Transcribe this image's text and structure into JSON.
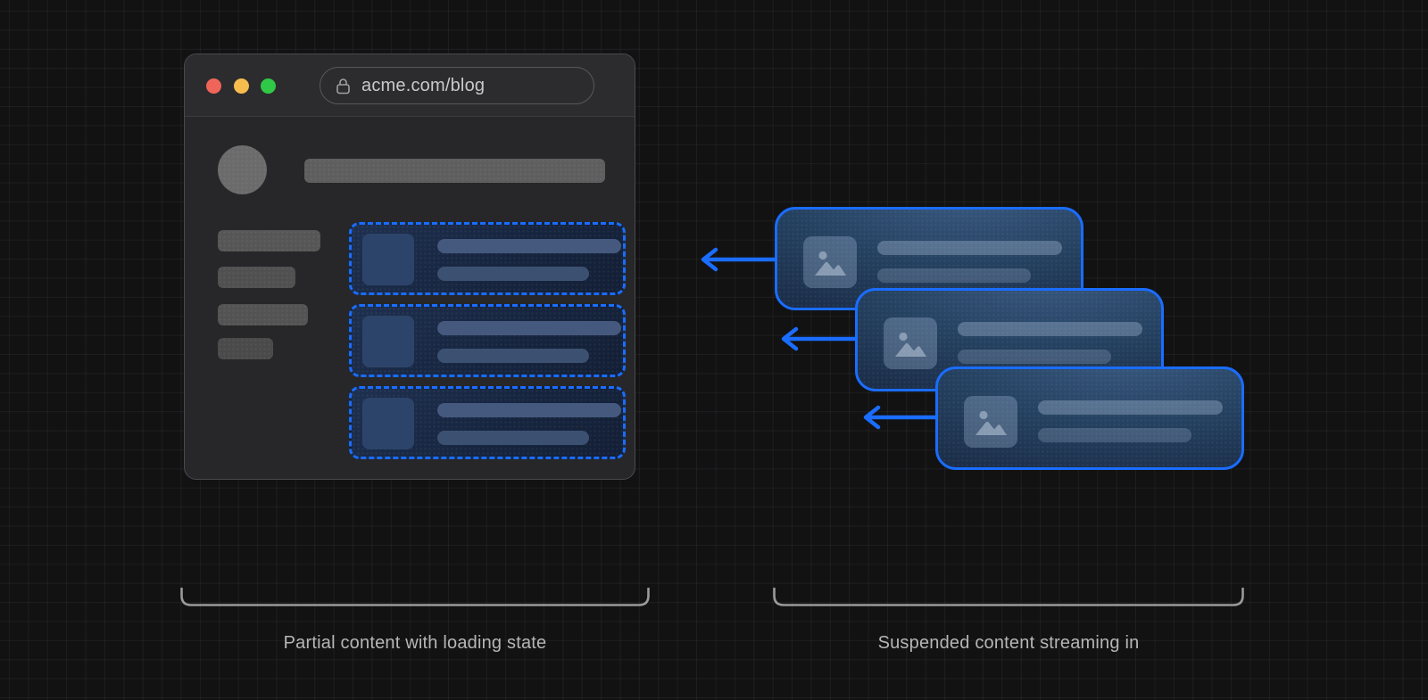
{
  "browser": {
    "url": "acme.com/blog",
    "window_controls": {
      "close_color": "#f0655a",
      "minimize_color": "#f6bd4e",
      "maximize_color": "#30c847"
    }
  },
  "captions": {
    "left": "Partial content with loading state",
    "right": "Suspended content streaming in"
  },
  "diagram": {
    "loading_card_count": 3,
    "streaming_card_count": 3,
    "sidebar_skeleton_bar_count": 4,
    "accent_color": "#1a6dff",
    "bracket_color": "#9a9a9a",
    "caption_text_color": "#b6b6b6",
    "grid_background_color": "#121213"
  },
  "icons": {
    "lock": "lock-icon",
    "image_placeholder": "image-icon",
    "arrow": "arrow-left-icon"
  }
}
